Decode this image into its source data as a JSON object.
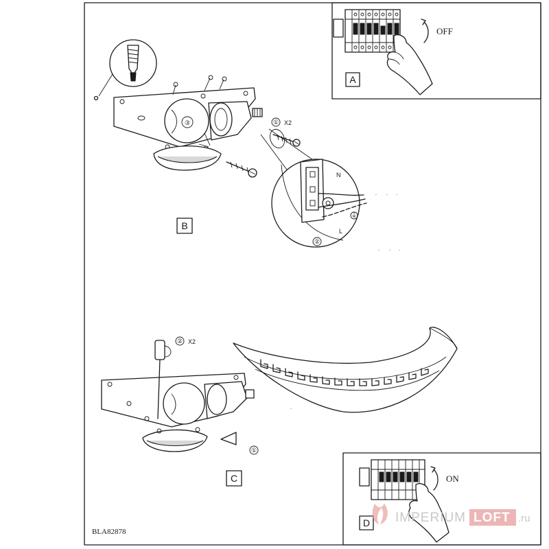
{
  "steps": {
    "a": {
      "label": "A",
      "switch_text": "OFF"
    },
    "b": {
      "label": "B",
      "step_one": "①",
      "step_one_qty": "X2",
      "step_two": "②",
      "step_three": "③",
      "wire_n": "N",
      "wire_l": "L",
      "earth_symbol": "⏚"
    },
    "c": {
      "label": "C",
      "step_one": "①",
      "step_two": "②",
      "step_two_qty": "X2"
    },
    "d": {
      "label": "D",
      "switch_text": "ON"
    }
  },
  "product_code": "BLA82878",
  "watermark": {
    "part1": "IMPERIUM",
    "part2": "LOFT",
    "part3": ".ru"
  },
  "colors": {
    "line": "#1a1a1a",
    "watermark_gray": "#c8c8c8",
    "watermark_accent": "#e06060"
  }
}
